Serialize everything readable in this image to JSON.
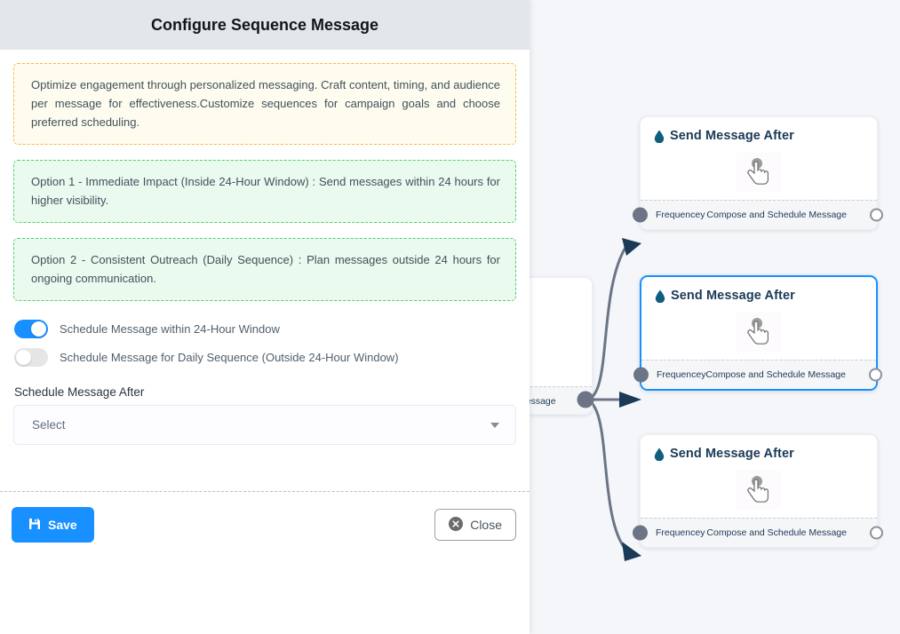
{
  "panel": {
    "title": "Configure Sequence Message",
    "note": "Optimize engagement through personalized messaging. Craft content, timing, and audience per message for effectiveness.Customize sequences for campaign goals and choose preferred scheduling.",
    "option_1": "Option 1 - Immediate Impact (Inside 24-Hour Window) : Send messages within 24 hours for higher visibility.",
    "option_2": "Option 2 - Consistent Outreach (Daily Sequence) : Plan messages outside 24 hours for ongoing communication.",
    "toggles": [
      {
        "label": "Schedule Message within 24-Hour Window",
        "state": "on"
      },
      {
        "label": "Schedule Message for Daily Sequence (Outside 24-Hour Window)",
        "state": "off"
      }
    ],
    "field": {
      "label": "Schedule Message After",
      "value": "Select",
      "caret": "chevron-down-icon"
    },
    "buttons": {
      "save": "Save",
      "close": "Close"
    }
  },
  "canvas": {
    "source_node": {
      "footer_label": "ce Message"
    },
    "nodes": [
      {
        "title": "Send Message After",
        "icon": "droplet-icon",
        "cursor": "pointing-hand-icon",
        "footer_left": "Frequencey",
        "footer_right": "Compose and Schedule Message",
        "selected": false
      },
      {
        "title": "Send Message After",
        "icon": "droplet-icon",
        "cursor": "pointing-hand-icon",
        "footer_left": "Frequencey",
        "footer_right": "Compose and Schedule Message",
        "selected": true
      },
      {
        "title": "Send Message After",
        "icon": "droplet-icon",
        "cursor": "pointing-hand-icon",
        "footer_left": "Frequencey",
        "footer_right": "Compose and Schedule Message",
        "selected": false
      }
    ]
  },
  "colors": {
    "accent_blue": "#1890ff",
    "note_border": "#f5b942",
    "note_bg": "#fdfcef",
    "option_border": "#4fd06a",
    "option_bg": "#eafaef",
    "node_title": "#1b3a57",
    "canvas_bg": "#f4f6f9",
    "edge": "#6b7585"
  }
}
